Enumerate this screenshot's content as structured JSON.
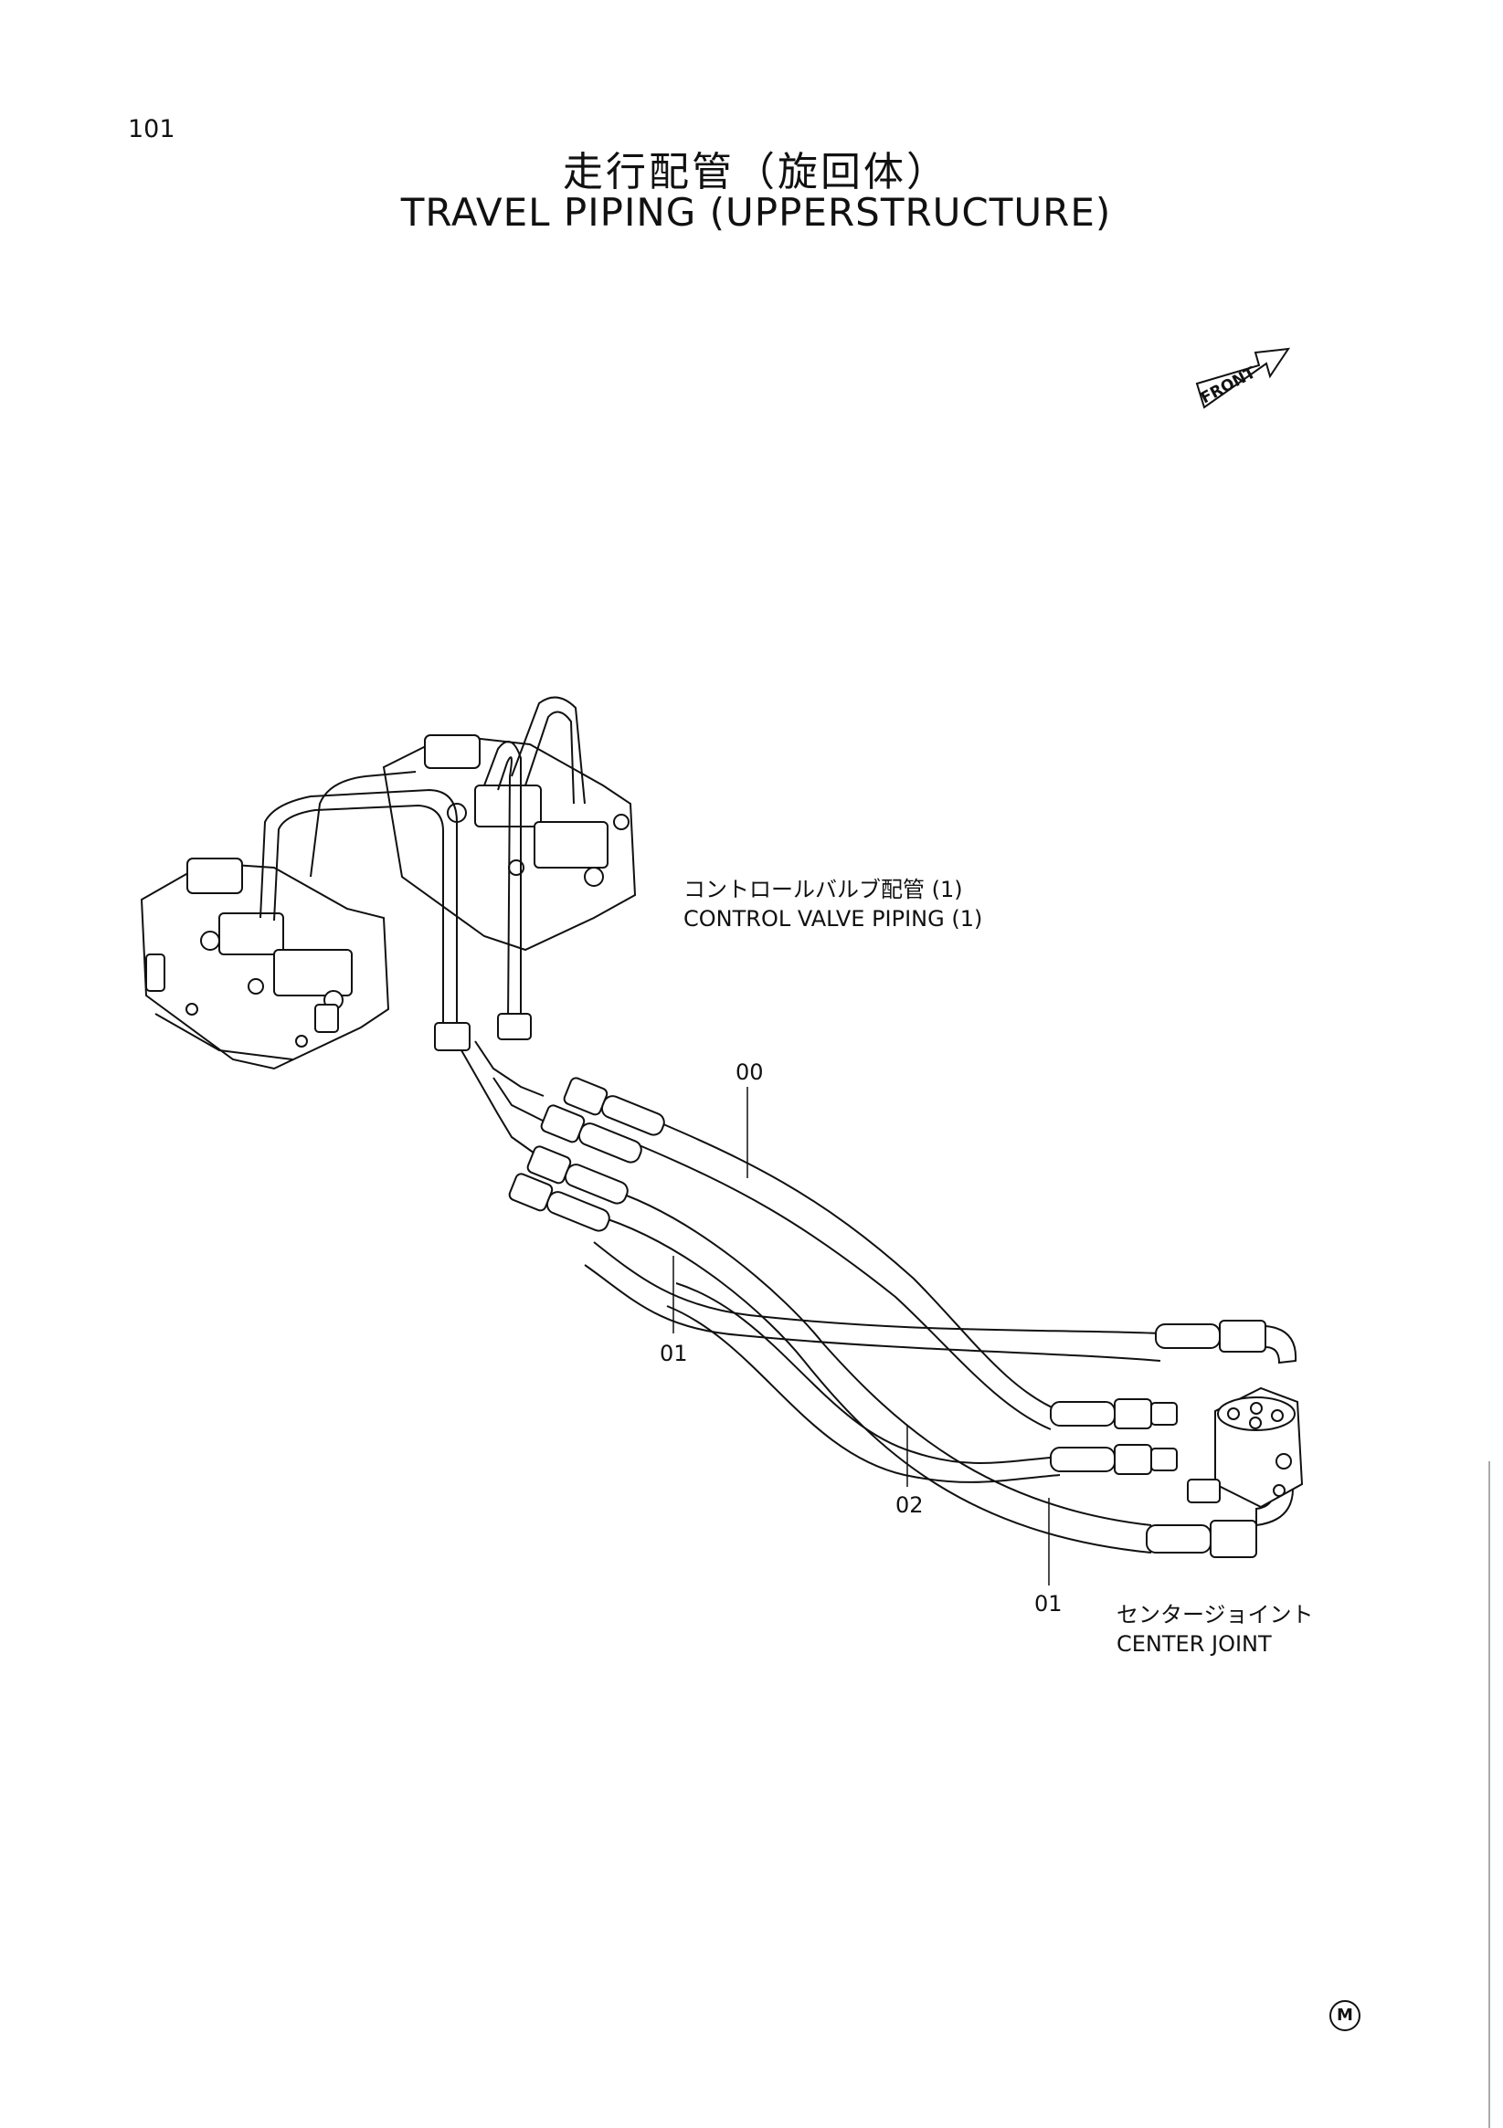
{
  "page": {
    "number": "101",
    "title_jp": "走行配管（旋回体）",
    "title_en": "TRAVEL PIPING (UPPERSTRUCTURE)"
  },
  "front_indicator": {
    "label": "FRONT",
    "icon": "front-arrow-icon"
  },
  "labels": {
    "control_valve_jp": "コントロールバルブ配管 (1)",
    "control_valve_en": "CONTROL VALVE PIPING (1)",
    "center_joint_jp": "センタージョイント",
    "center_joint_en": "CENTER JOINT"
  },
  "part_numbers": {
    "hose_00": "00",
    "hose_01_left": "01",
    "hose_02": "02",
    "hose_01_right": "01"
  },
  "mark": "M",
  "colors": {
    "ink": "#111111",
    "paper": "#ffffff"
  }
}
